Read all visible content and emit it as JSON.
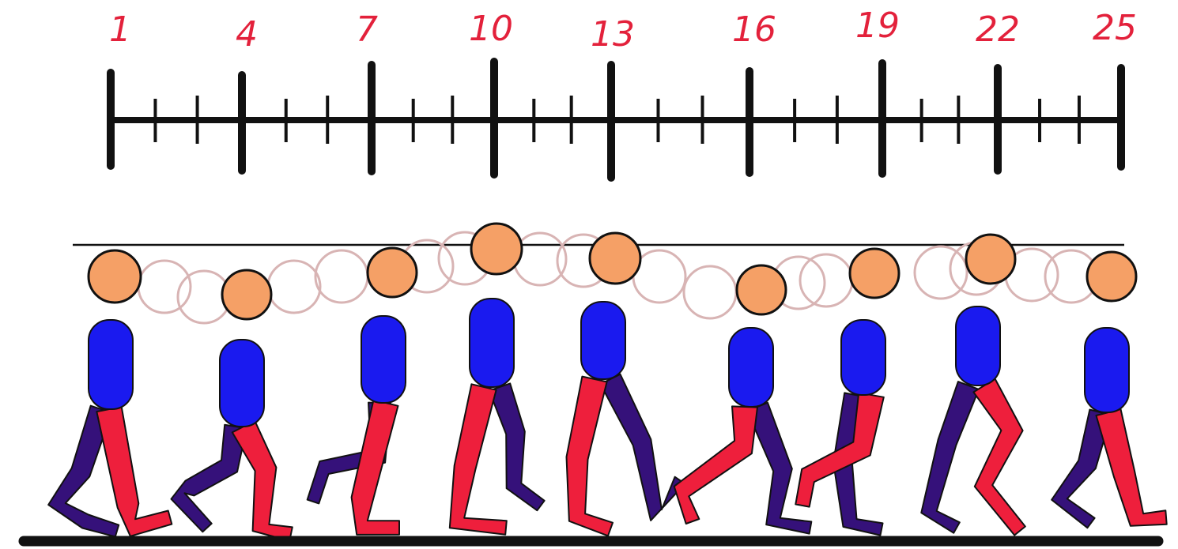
{
  "timeline": {
    "frame_labels": [
      "1",
      "4",
      "7",
      "10",
      "13",
      "16",
      "19",
      "22",
      "25"
    ]
  },
  "figure": {
    "colors": {
      "head": "#f5a066",
      "torso": "#1a1aef",
      "near_leg": "#ee1f3c",
      "far_leg": "#35117a",
      "ghost_head": "#d8b4b4",
      "ink": "#111111"
    },
    "poses": [
      {
        "frame": "1",
        "stride": "contact"
      },
      {
        "frame": "4",
        "stride": "down"
      },
      {
        "frame": "7",
        "stride": "passing"
      },
      {
        "frame": "10",
        "stride": "up"
      },
      {
        "frame": "13",
        "stride": "contact"
      },
      {
        "frame": "16",
        "stride": "down"
      },
      {
        "frame": "19",
        "stride": "passing"
      },
      {
        "frame": "22",
        "stride": "up"
      },
      {
        "frame": "25",
        "stride": "contact"
      }
    ]
  }
}
